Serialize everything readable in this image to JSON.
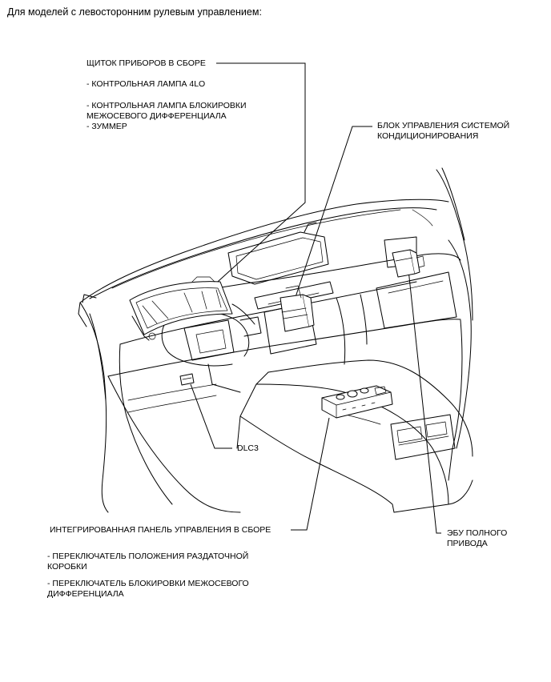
{
  "title": "Для моделей с левосторонним рулевым управлением:",
  "labels": {
    "cluster": "ЩИТОК ПРИБОРОВ В СБОРЕ",
    "cluster_item1": "- КОНТРОЛЬНАЯ ЛАМПА 4LO",
    "cluster_item2_line1": "- КОНТРОЛЬНАЯ ЛАМПА БЛОКИРОВКИ",
    "cluster_item2_line2": "МЕЖОСЕВОГО ДИФФЕРЕНЦИАЛА",
    "cluster_item3": "- ЗУММЕР",
    "ac_line1": "БЛОК УПРАВЛЕНИЯ СИСТЕМОЙ",
    "ac_line2": "КОНДИЦИОНИРОВАНИЯ",
    "dlc3": "DLC3",
    "panel": "ИНТЕГРИРОВАННАЯ ПАНЕЛЬ УПРАВЛЕНИЯ В СБОРЕ",
    "panel_item1_line1": "- ПЕРЕКЛЮЧАТЕЛЬ ПОЛОЖЕНИЯ РАЗДАТОЧНОЙ",
    "panel_item1_line2": "КОРОБКИ",
    "panel_item2_line1": "- ПЕРЕКЛЮЧАТЕЛЬ БЛОКИРОВКИ МЕЖОСЕВОГО",
    "panel_item2_line2": "ДИФФЕРЕНЦИАЛА",
    "ecu_line1": "ЭБУ ПОЛНОГО",
    "ecu_line2": "ПРИВОДА"
  }
}
